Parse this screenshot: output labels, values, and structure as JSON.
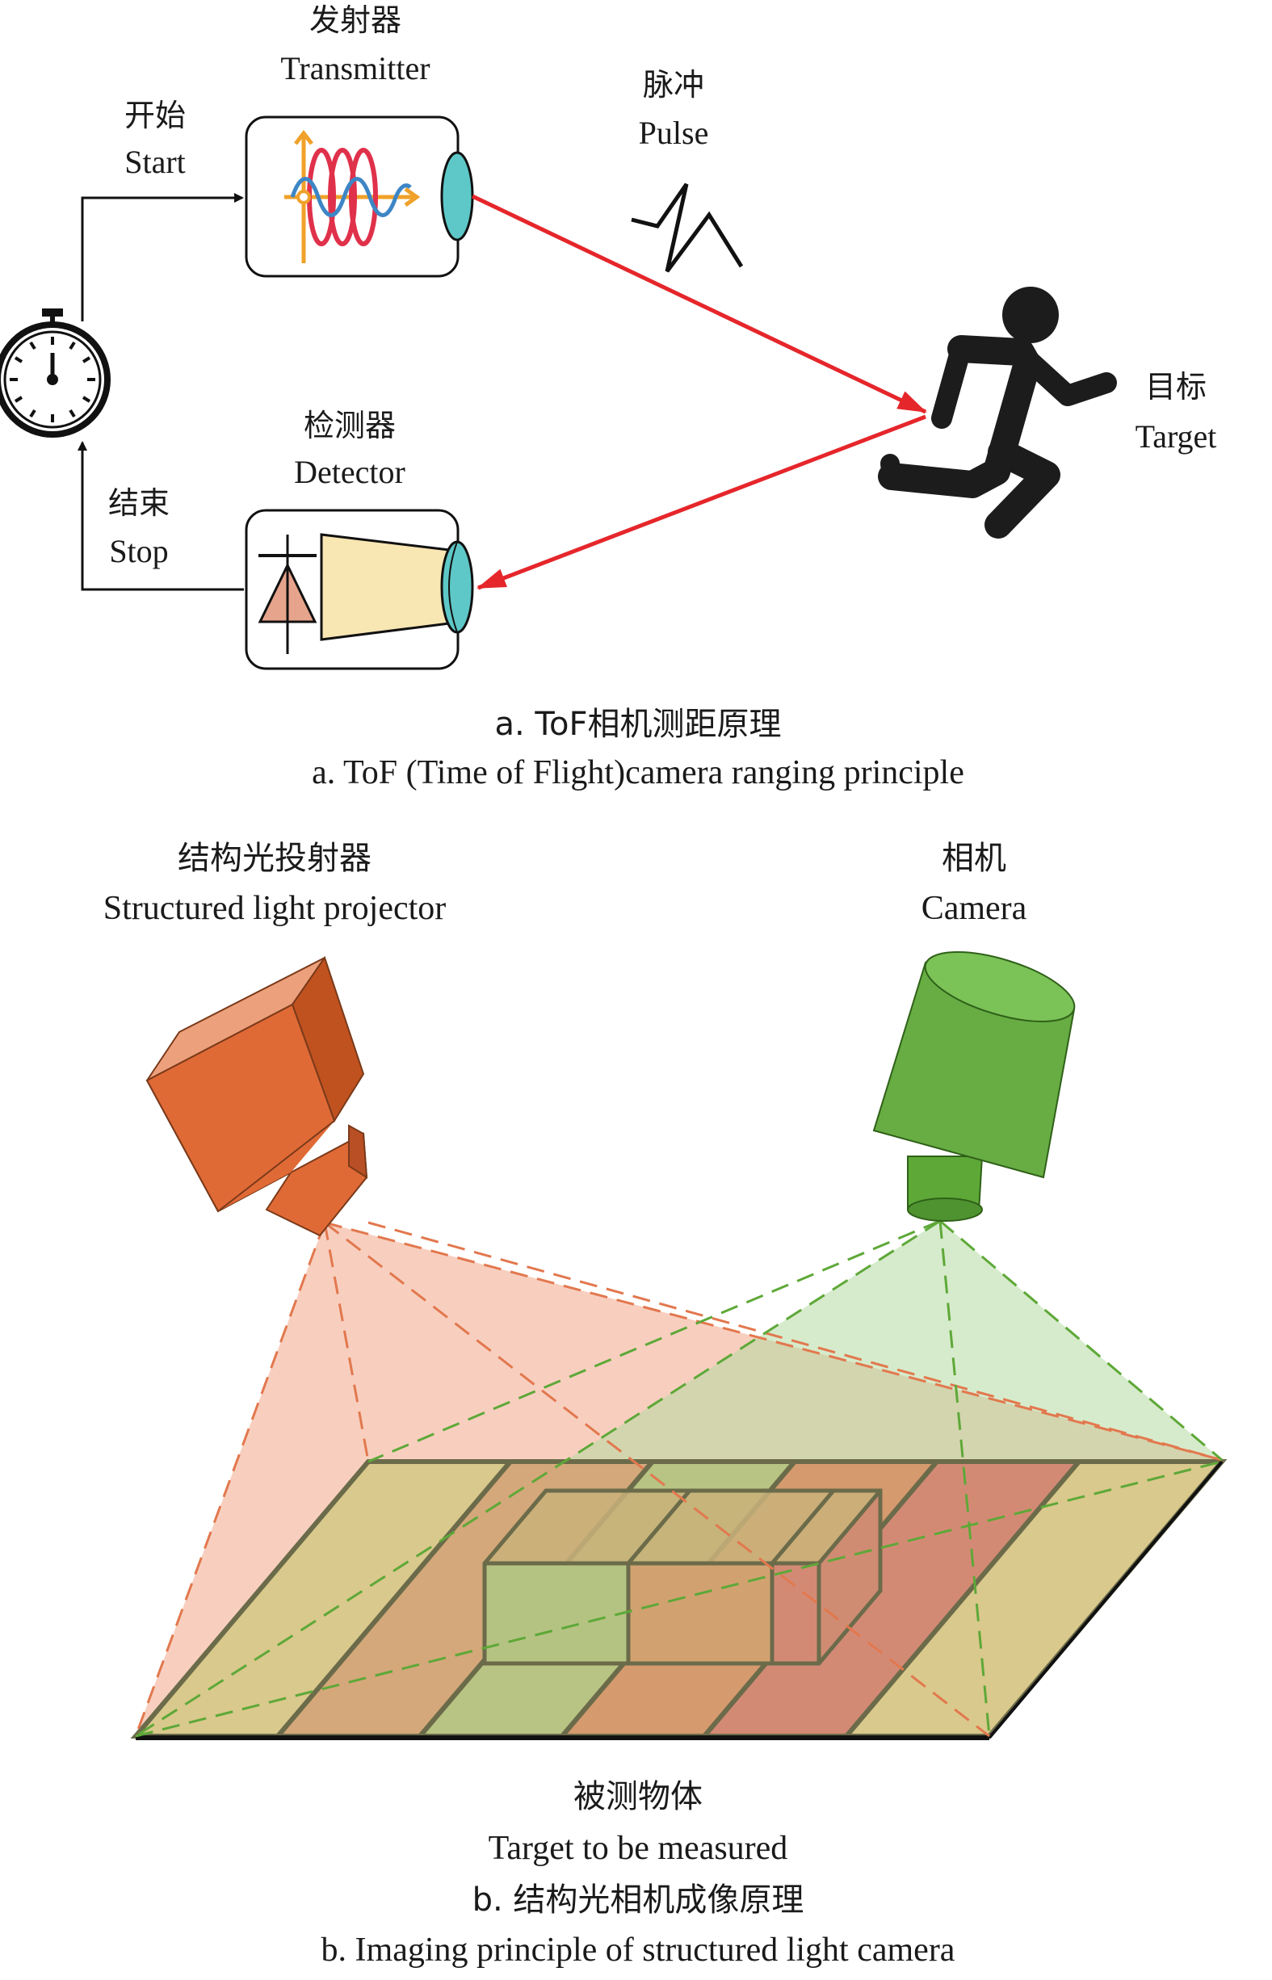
{
  "tof": {
    "transmitter_zh": "发射器",
    "transmitter_en": "Transmitter",
    "start_zh": "开始",
    "start_en": "Start",
    "pulse_zh": "脉冲",
    "pulse_en": "Pulse",
    "target_zh": "目标",
    "target_en": "Target",
    "detector_zh": "检测器",
    "detector_en": "Detector",
    "stop_zh": "结束",
    "stop_en": "Stop",
    "caption_zh": "a. ToF相机测距原理",
    "caption_en": "a. ToF (Time of Flight)camera ranging principle",
    "colors": {
      "beam": "#e5262b",
      "lens": "#5ec8c8",
      "sine_red": "#e0314b",
      "sine_blue": "#3d86c6",
      "axis": "#f0a12a"
    }
  },
  "structured_light": {
    "projector_zh": "结构光投射器",
    "projector_en": "Structured light projector",
    "camera_zh": "相机",
    "camera_en": "Camera",
    "object_zh": "被测物体",
    "object_en": "Target to be measured",
    "caption_zh": "b. 结构光相机成像原理",
    "caption_en": "b. Imaging principle of structured light camera",
    "colors": {
      "projector": "#e06a36",
      "camera": "#67ad44",
      "stripe_yellow": "#d9c98c",
      "stripe_tan": "#d4a87a",
      "stripe_green": "#b7c483",
      "stripe_orange": "#d59a6e",
      "stripe_red": "#d38a75"
    }
  }
}
